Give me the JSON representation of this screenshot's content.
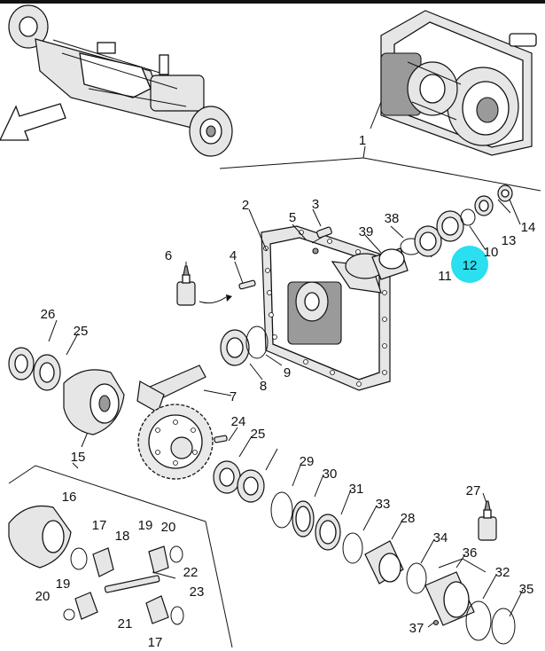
{
  "diagram": {
    "highlight_color": "#29dff0",
    "highlighted_callout": "12",
    "callouts": [
      "1",
      "2",
      "3",
      "4",
      "5",
      "6",
      "7",
      "8",
      "9",
      "10",
      "11",
      "12",
      "13",
      "14",
      "15",
      "16",
      "17",
      "18",
      "19",
      "20",
      "21",
      "22",
      "23",
      "24",
      "25",
      "26",
      "27",
      "28",
      "29",
      "30",
      "31",
      "32",
      "33",
      "34",
      "35",
      "36",
      "37",
      "38",
      "39"
    ],
    "extra_callouts": {
      "c17b": "17",
      "c19b": "19",
      "c20b": "20",
      "c25b": "25"
    },
    "icons": [
      "direction-arrow-icon",
      "axle-assembly-drawing",
      "gearbox-housing-drawing",
      "oil-bottle-icon"
    ]
  }
}
